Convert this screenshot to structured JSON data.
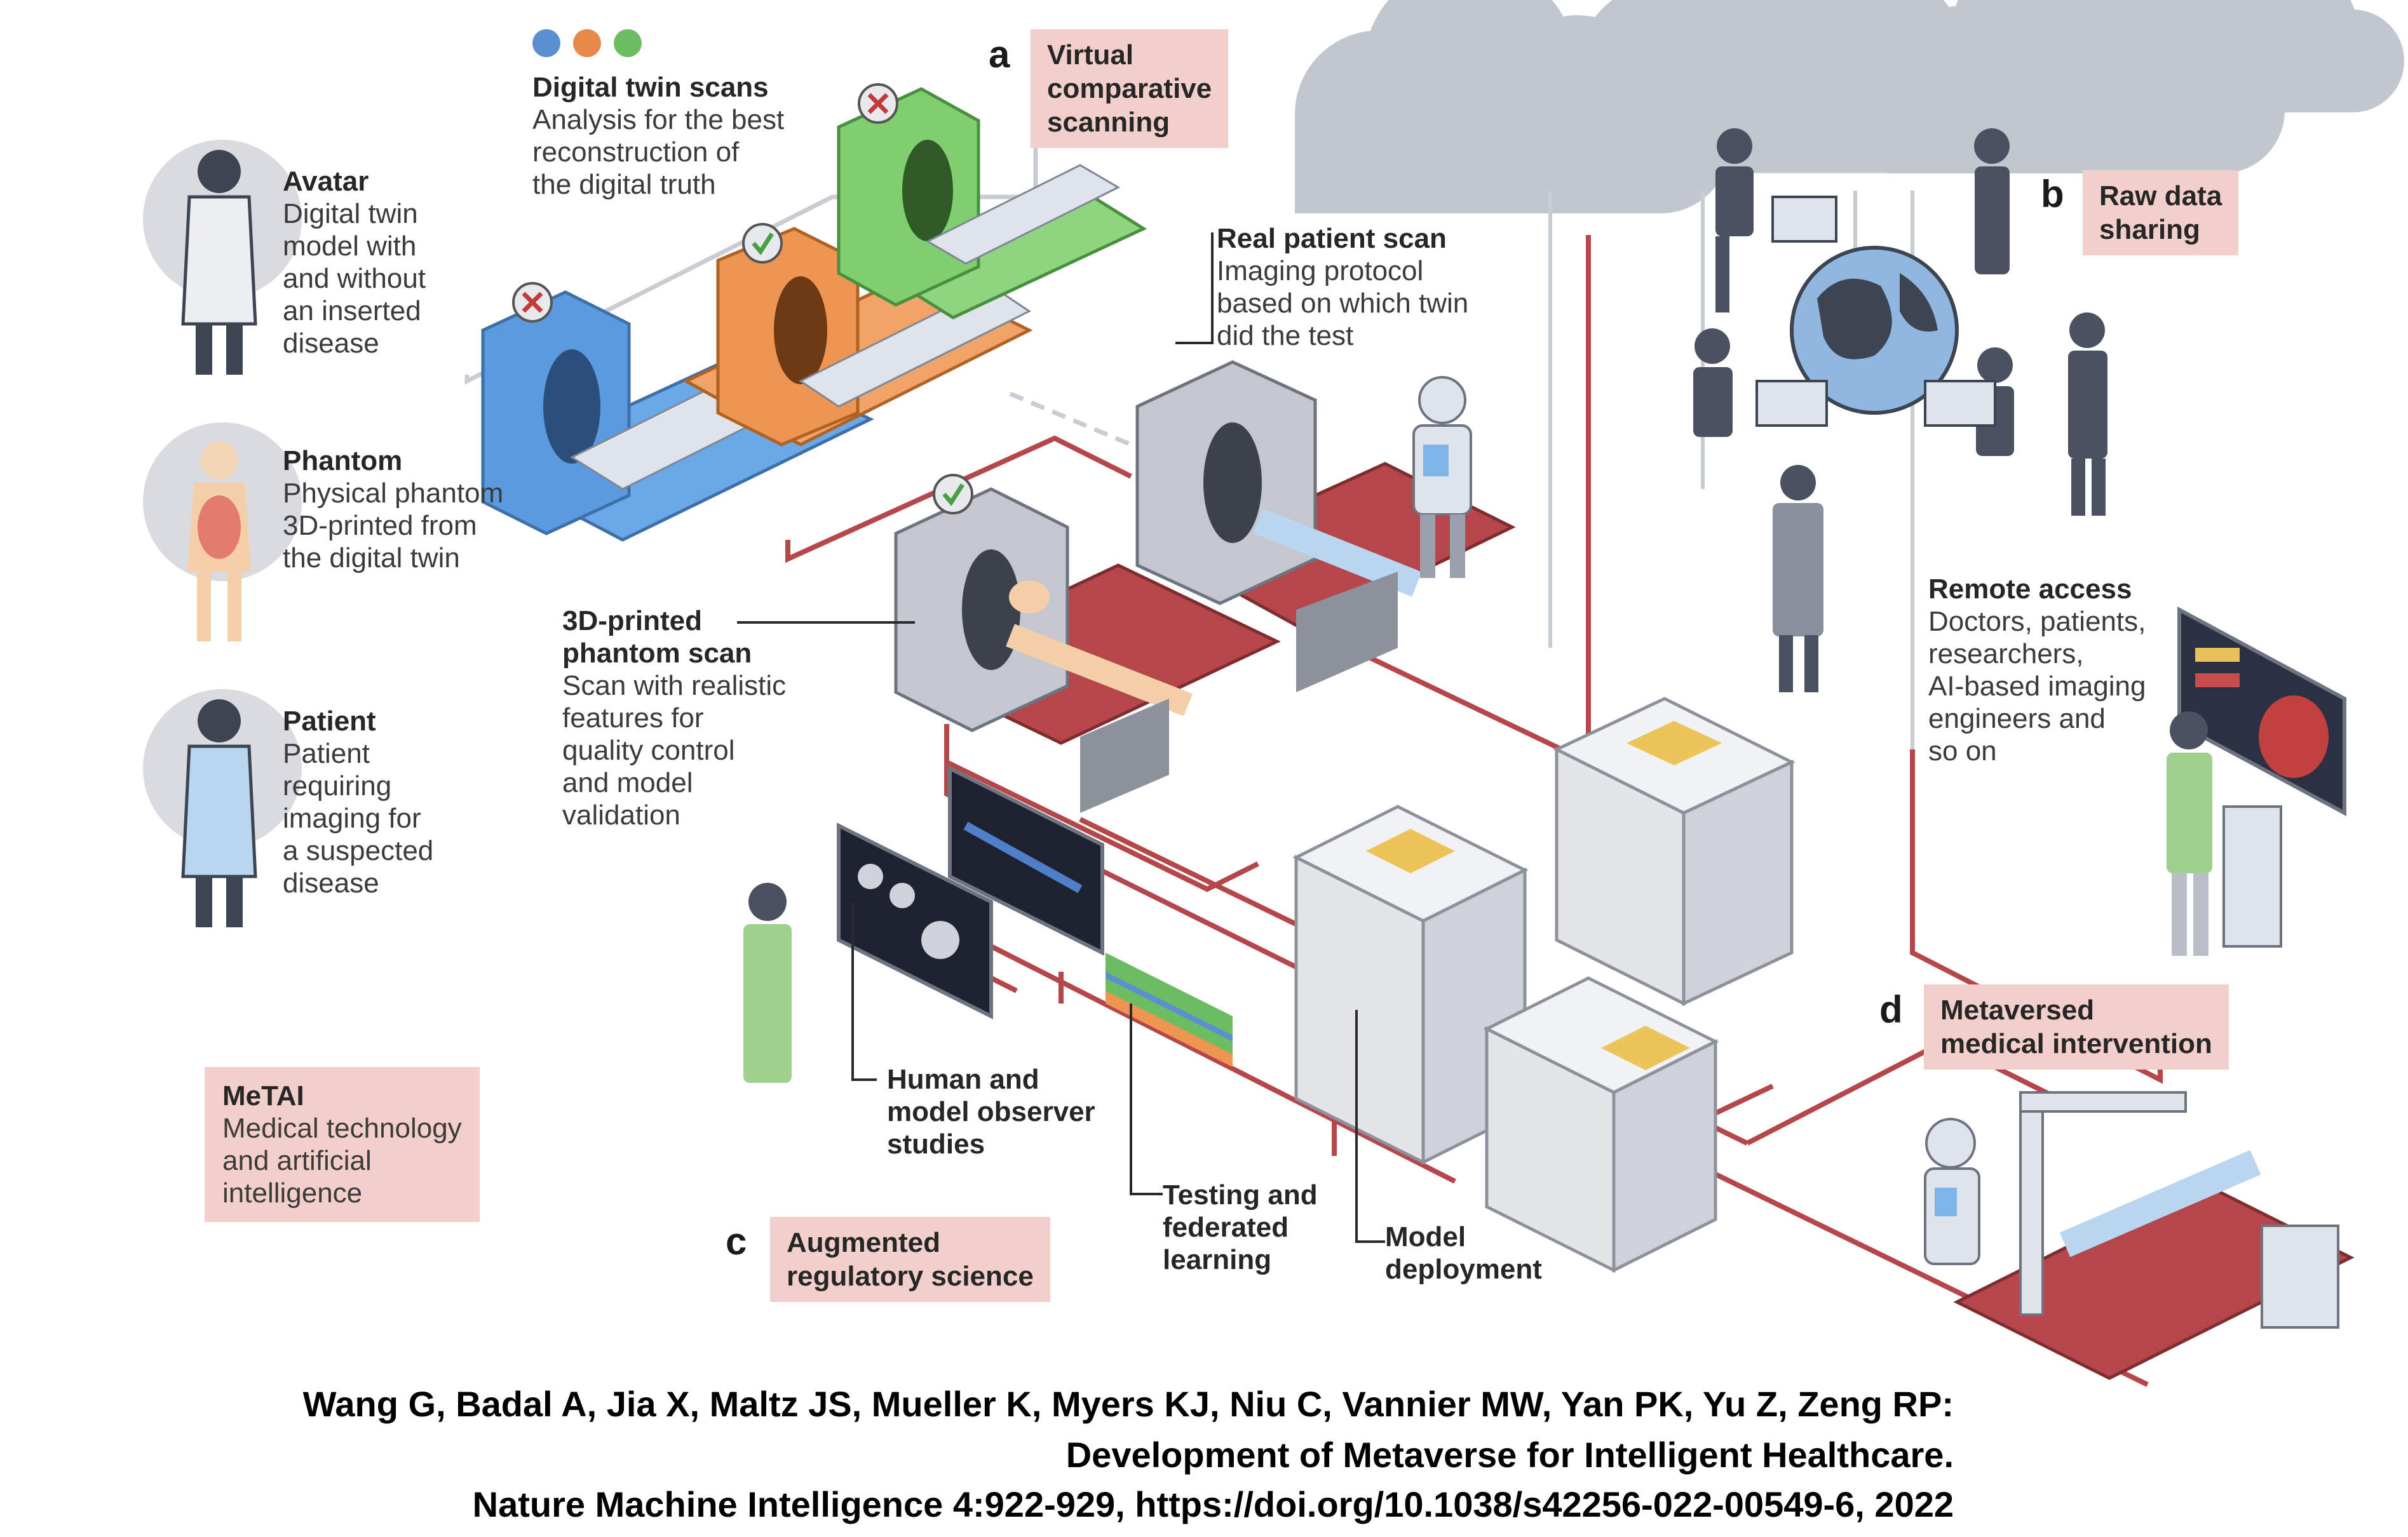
{
  "labels": {
    "digital_twin_scans": {
      "heading": "Digital twin scans",
      "text": "Analysis for the best\nreconstruction of\nthe digital truth"
    },
    "avatar": {
      "heading": "Avatar",
      "text": "Digital twin\nmodel with\nand without\nan inserted\ndisease"
    },
    "phantom": {
      "heading": "Phantom",
      "text": "Physical phantom\n3D-printed from\nthe digital twin"
    },
    "patient": {
      "heading": "Patient",
      "text": "Patient\nrequiring\nimaging for\na suspected\ndisease"
    },
    "real_patient_scan": {
      "heading": "Real patient scan",
      "text": "Imaging protocol\nbased on which twin\ndid the test"
    },
    "phantom_scan": {
      "heading": "3D-printed\nphantom scan",
      "text": "Scan with realistic\nfeatures for\nquality control\nand model\nvalidation"
    },
    "remote_access": {
      "heading": "Remote access",
      "text": "Doctors, patients,\nresearchers,\nAI-based imaging\nengineers and\nso on"
    },
    "observer_studies": {
      "heading": "Human and\nmodel observer\nstudies"
    },
    "federated_learning": {
      "heading": "Testing and\nfederated\nlearning"
    },
    "model_deployment": {
      "heading": "Model\ndeployment"
    }
  },
  "sections": {
    "a": {
      "letter": "a",
      "title": "Virtual\ncomparative\nscanning"
    },
    "b": {
      "letter": "b",
      "title": "Raw data\nsharing"
    },
    "c": {
      "letter": "c",
      "title": "Augmented\nregulatory science"
    },
    "d": {
      "letter": "d",
      "title": "Metaversed\nmedical intervention"
    }
  },
  "metai": {
    "heading": "MeTAI",
    "text": "Medical technology\nand artificial\nintelligence"
  },
  "citation": {
    "line1": "Wang G, Badal A, Jia X, Maltz JS, Mueller K, Myers KJ, Niu C, Vannier MW, Yan PK, Yu Z, Zeng RP:",
    "line2": "Development of Metaverse for Intelligent Healthcare.",
    "line3": "Nature Machine Intelligence 4:922-929, https://doi.org/10.1038/s42256-022-00549-6, 2022"
  },
  "scan_results": {
    "blue_scanner": "cross",
    "orange_scanner": "check",
    "green_scanner": "cross",
    "phantom_scanner": "check"
  },
  "colors": {
    "dot_blue": "#5b8fd0",
    "dot_orange": "#e8894a",
    "dot_green": "#6cbd62",
    "scanner_blue": "#5a9be0",
    "scanner_orange": "#ee9553",
    "scanner_green": "#7fcf6f",
    "flow_red": "#b5474a",
    "cloud": "#bfc3cb",
    "pink_box": "#f3cfcb",
    "building": "#e6e7ea",
    "helipad": "#ecc45a"
  }
}
